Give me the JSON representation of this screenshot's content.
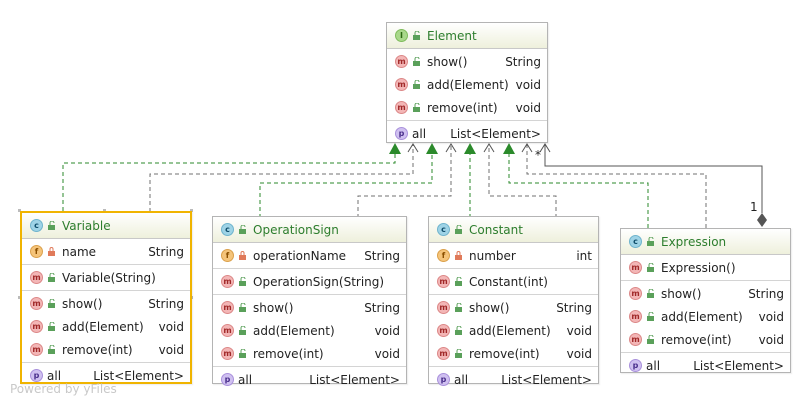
{
  "colors": {
    "generalization": "#2b8a2b",
    "title_text": "#2d7d2d",
    "selected_border": "#f0b400",
    "edge": "#707070"
  },
  "icons": {
    "class": "c-badge-icon",
    "interface": "i-badge-icon",
    "method": "m-badge-icon",
    "field": "f-badge-icon",
    "property": "p-badge-icon",
    "public": "unlock-icon",
    "private": "lock-icon"
  },
  "watermark": "Powered by yFiles",
  "edges": {
    "multiplicity_source": "*",
    "multiplicity_target": "1"
  },
  "classes": {
    "element": {
      "kind": "I",
      "name": "Element",
      "methods": [
        {
          "name": "show()",
          "type": "String"
        },
        {
          "name": "add(Element)",
          "type": "void"
        },
        {
          "name": "remove(int)",
          "type": "void"
        }
      ],
      "property": {
        "name": "all",
        "type": "List<Element>"
      }
    },
    "variable": {
      "kind": "C",
      "name": "Variable",
      "field": {
        "name": "name",
        "type": "String"
      },
      "constructor": "Variable(String)",
      "methods": [
        {
          "name": "show()",
          "type": "String"
        },
        {
          "name": "add(Element)",
          "type": "void"
        },
        {
          "name": "remove(int)",
          "type": "void"
        }
      ],
      "property": {
        "name": "all",
        "type": "List<Element>"
      }
    },
    "operationsign": {
      "kind": "C",
      "name": "OperationSign",
      "field": {
        "name": "operationName",
        "type": "String"
      },
      "constructor": "OperationSign(String)",
      "methods": [
        {
          "name": "show()",
          "type": "String"
        },
        {
          "name": "add(Element)",
          "type": "void"
        },
        {
          "name": "remove(int)",
          "type": "void"
        }
      ],
      "property": {
        "name": "all",
        "type": "List<Element>"
      }
    },
    "constant": {
      "kind": "C",
      "name": "Constant",
      "field": {
        "name": "number",
        "type": "int"
      },
      "constructor": "Constant(int)",
      "methods": [
        {
          "name": "show()",
          "type": "String"
        },
        {
          "name": "add(Element)",
          "type": "void"
        },
        {
          "name": "remove(int)",
          "type": "void"
        }
      ],
      "property": {
        "name": "all",
        "type": "List<Element>"
      }
    },
    "expression": {
      "kind": "C",
      "name": "Expression",
      "constructor": "Expression()",
      "methods": [
        {
          "name": "show()",
          "type": "String"
        },
        {
          "name": "add(Element)",
          "type": "void"
        },
        {
          "name": "remove(int)",
          "type": "void"
        }
      ],
      "property": {
        "name": "all",
        "type": "List<Element>"
      }
    }
  }
}
